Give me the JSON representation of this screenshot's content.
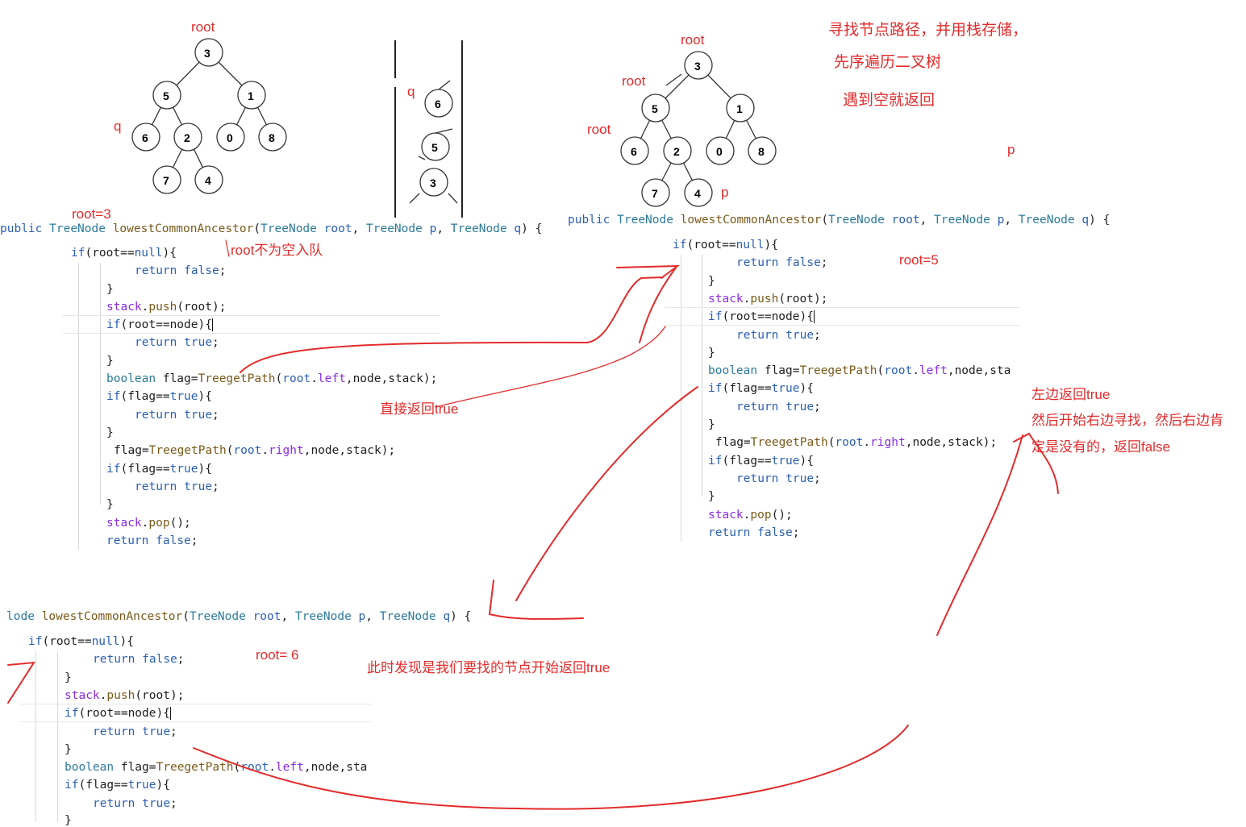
{
  "labels": {
    "root": "root",
    "q": "q",
    "p": "p",
    "root_eq_3": "root=3",
    "root_not_null": "root不为空入队",
    "root_eq_5": "root=5",
    "root_eq_6": "root= 6",
    "direct_return": "直接返回true",
    "found_node": "此时发现是我们要找的节点开始返回true",
    "left_return": "左边返回true",
    "then_right": "然后开始右边寻找，然后右边肯",
    "none_false": "定是没有的，返回false",
    "title1": "寻找节点路径，并用栈存储，",
    "title2": "先序遍历二叉树",
    "title3": "遇到空就返回"
  },
  "tree_nodes": [
    "3",
    "5",
    "1",
    "6",
    "2",
    "0",
    "8",
    "7",
    "4"
  ],
  "stack_nodes": [
    "6",
    "5",
    "3"
  ],
  "code": {
    "sig_full": "public TreeNode lowestCommonAncestor(TreeNode root, TreeNode p, TreeNode q) {",
    "sig_cut": "lode lowestCommonAncestor(TreeNode root, TreeNode p, TreeNode q) {",
    "if_null": "if(root==null){",
    "ret_false": "return false;",
    "close": "}",
    "push": "stack.push(root);",
    "if_node": "if(root==node){",
    "ret_true": "return true;",
    "flag_left": "boolean flag=TreegetPath(root.left,node,stack);",
    "flag_left_cut": "boolean flag=TreegetPath(root.left,node,sta",
    "if_flag": "if(flag==true){",
    "flag_right": "flag=TreegetPath(root.right,node,stack);",
    "pop": "stack.pop();"
  },
  "colors": {
    "annotation": "#e32b2b",
    "keyword": "#2b5fb3",
    "type": "#2b7a9c"
  }
}
